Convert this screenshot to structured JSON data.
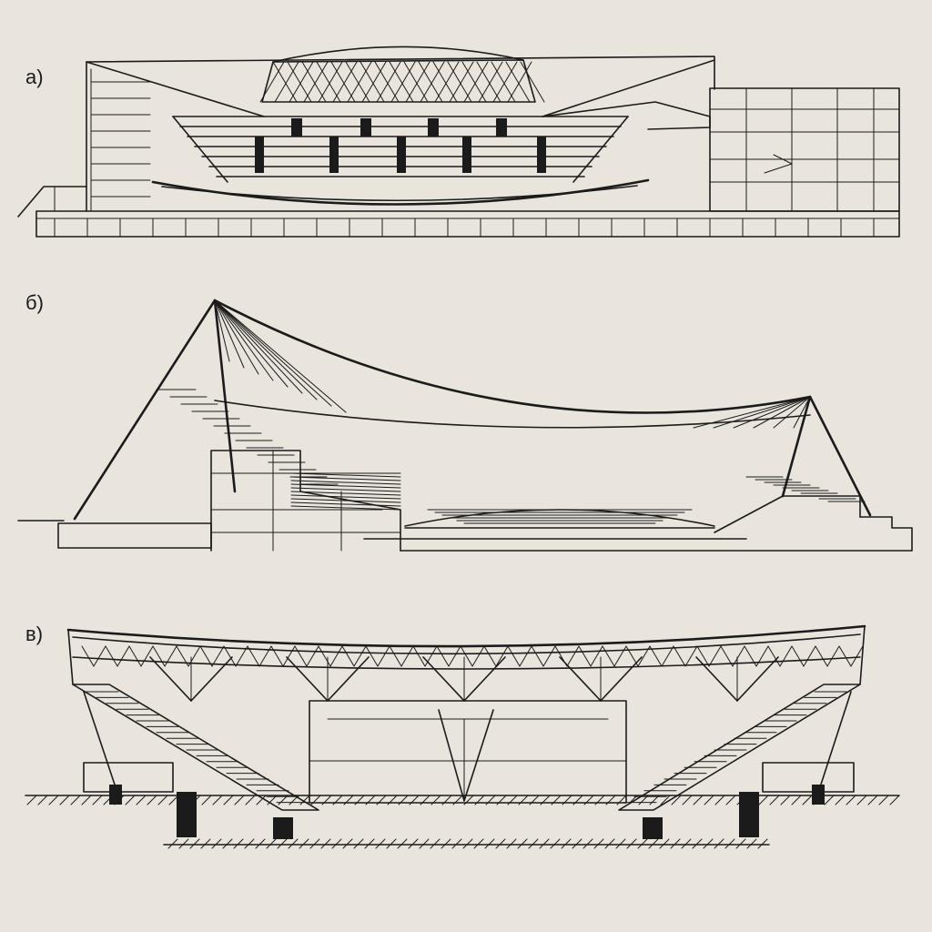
{
  "panels": [
    {
      "id": "a",
      "label": "а)"
    },
    {
      "id": "b",
      "label": "б)"
    },
    {
      "id": "c",
      "label": "в)"
    }
  ],
  "colors": {
    "paper": "#e9e5dd",
    "ink": "#1b1b1b"
  }
}
